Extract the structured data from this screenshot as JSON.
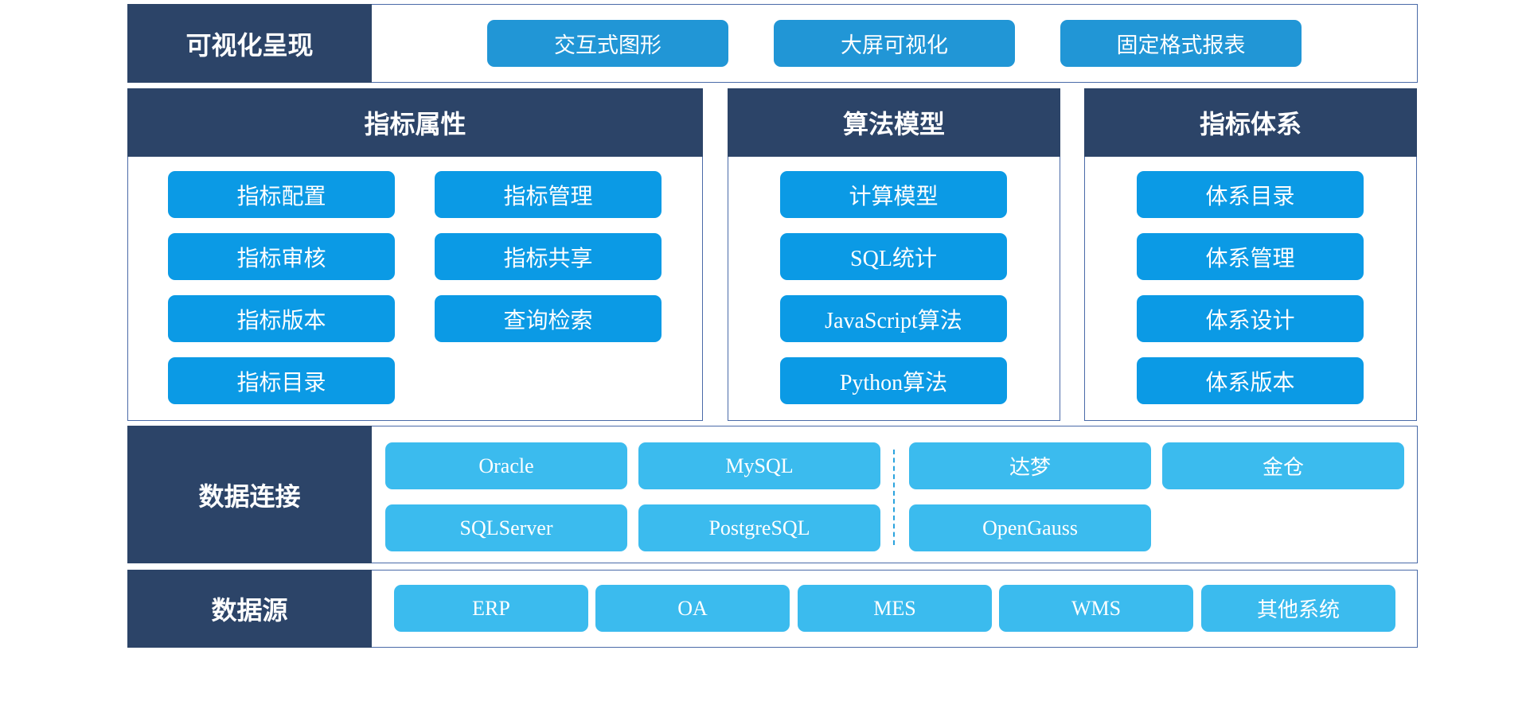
{
  "colors": {
    "header_bg": "#2c4468",
    "frame_border": "#4a6aa8",
    "visual_button": "#2196d6",
    "mid_button": "#0b9ae5",
    "light_button": "#3bbbee",
    "divider": "#2aa3de"
  },
  "visual": {
    "label": "可视化呈现",
    "items": [
      "交互式图形",
      "大屏可视化",
      "固定格式报表"
    ]
  },
  "indicator_attributes": {
    "title": "指标属性",
    "items": [
      "指标配置",
      "指标管理",
      "指标审核",
      "指标共享",
      "指标版本",
      "查询检索",
      "指标目录"
    ]
  },
  "algorithm_models": {
    "title": "算法模型",
    "items": [
      "计算模型",
      "SQL统计",
      "JavaScript算法",
      "Python算法"
    ]
  },
  "indicator_system": {
    "title": "指标体系",
    "items": [
      "体系目录",
      "体系管理",
      "体系设计",
      "体系版本"
    ]
  },
  "data_connection": {
    "label": "数据连接",
    "items": [
      "Oracle",
      "MySQL",
      "达梦",
      "金仓",
      "SQLServer",
      "PostgreSQL",
      "OpenGauss"
    ]
  },
  "data_source": {
    "label": "数据源",
    "items": [
      "ERP",
      "OA",
      "MES",
      "WMS",
      "其他系统"
    ]
  }
}
